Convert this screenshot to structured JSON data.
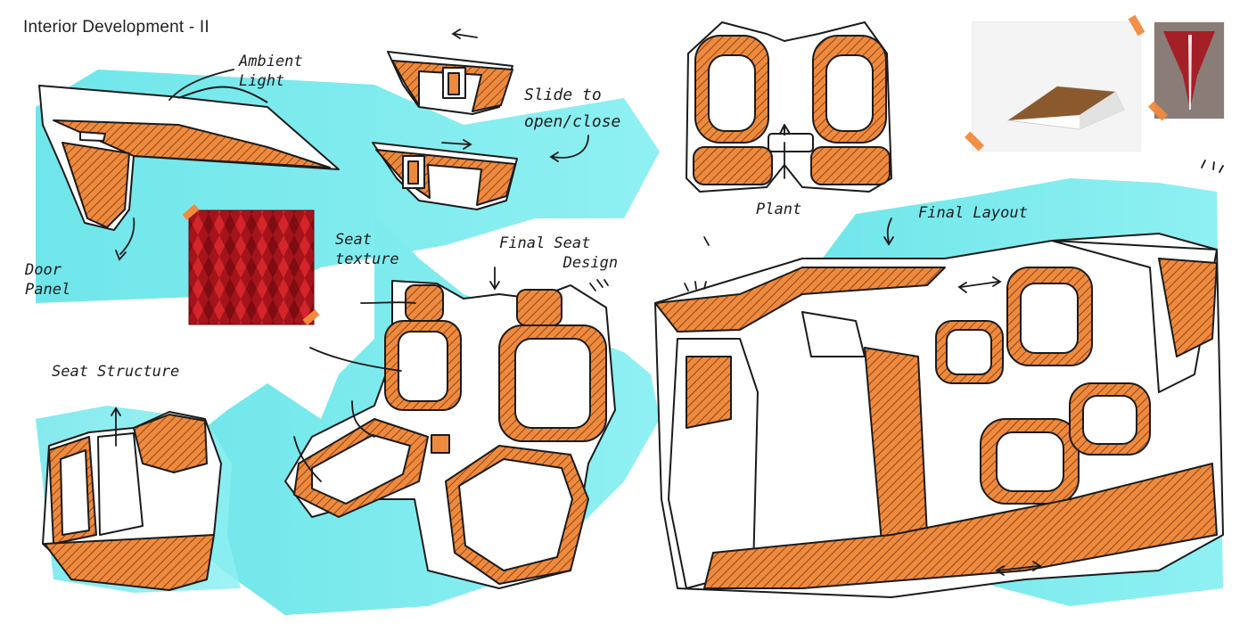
{
  "page": {
    "title": "Interior Development - II"
  },
  "annotations": {
    "ambient_light": "Ambient\nLight",
    "slide": "Slide to\nopen/close",
    "plant": "Plant",
    "door_panel": "Door\nPanel",
    "seat_texture": "Seat\ntexture",
    "final_seat_design": "Final Seat\n       Design",
    "final_layout": "Final Layout",
    "seat_structure": "Seat Structure"
  },
  "colors": {
    "cyan": "#6fe6ea",
    "orange": "#ee8a3e",
    "ink": "#1b1b1b",
    "texture_red": "#b3161c",
    "tape": "#f08a3c"
  },
  "images": {
    "seat_texture_swatch": "red-geometric-texture",
    "reference_photo_1": "wood-white-wedge-object",
    "reference_photo_2": "red-sculpture-photo"
  }
}
